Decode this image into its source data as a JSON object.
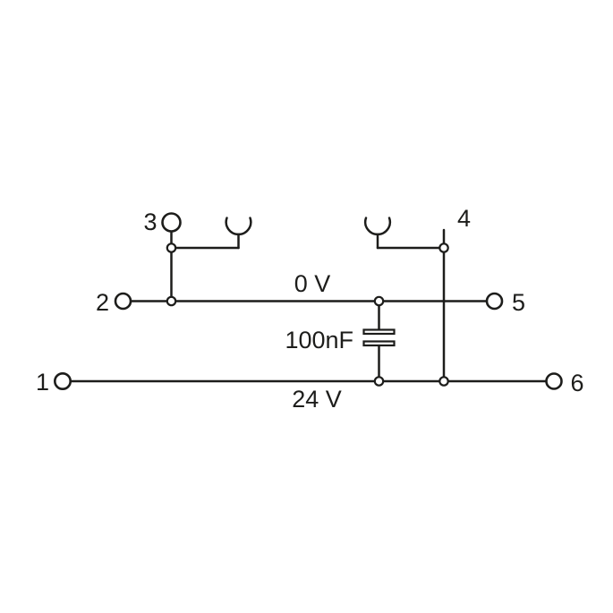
{
  "diagram": {
    "colors": {
      "line": "#1d1d1b",
      "background": "#ffffff"
    },
    "terminals": {
      "t1": "1",
      "t2": "2",
      "t3": "3",
      "t4": "4",
      "t5": "5",
      "t6": "6"
    },
    "nets": {
      "net0": "0 V",
      "net24": "24 V"
    },
    "components": {
      "capacitor_value": "100nF"
    }
  }
}
